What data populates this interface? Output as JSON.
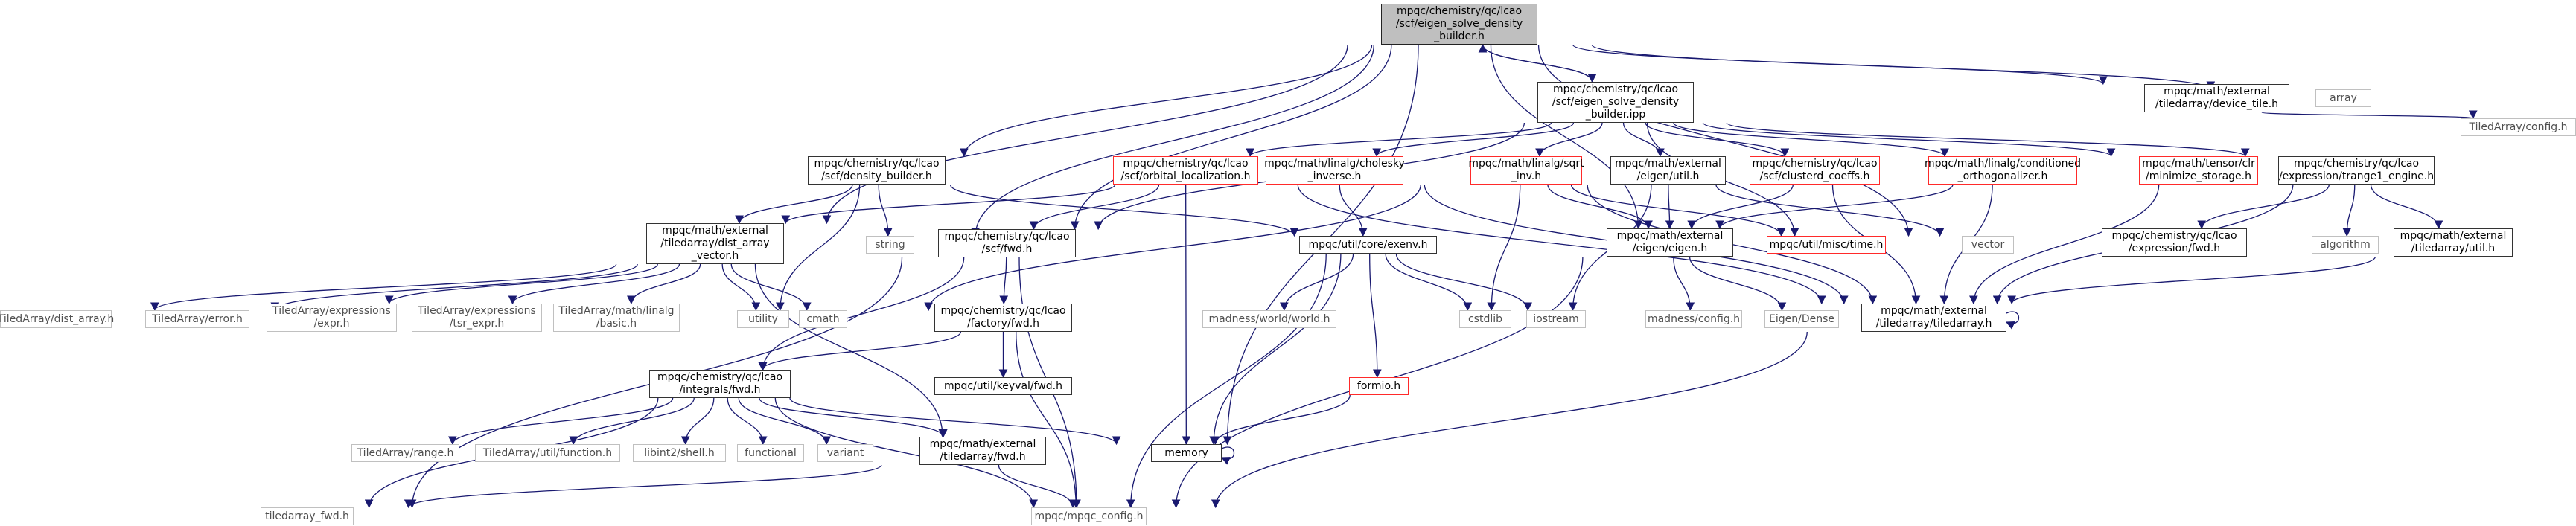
{
  "graph": {
    "edge_color": "#191970",
    "nodes": [
      {
        "id": "root",
        "label": "mpqc/chemistry/qc/lcao\n/scf/eigen_solve_density\n_builder.h",
        "kind": "root"
      },
      {
        "id": "ipp",
        "label": "mpqc/chemistry/qc/lcao\n/scf/eigen_solve_density\n_builder.ipp",
        "kind": "normal"
      },
      {
        "id": "device_tile",
        "label": "mpqc/math/external\n/tiledarray/device_tile.h",
        "kind": "normal"
      },
      {
        "id": "array",
        "label": "array",
        "kind": "ext"
      },
      {
        "id": "ta_config",
        "label": "TiledArray/config.h",
        "kind": "ext"
      },
      {
        "id": "density_builder",
        "label": "mpqc/chemistry/qc/lcao\n/scf/density_builder.h",
        "kind": "normal"
      },
      {
        "id": "orbital_loc",
        "label": "mpqc/chemistry/qc/lcao\n/scf/orbital_localization.h",
        "kind": "red"
      },
      {
        "id": "cholesky",
        "label": "mpqc/math/linalg/cholesky\n_inverse.h",
        "kind": "red"
      },
      {
        "id": "sqrt_inv",
        "label": "mpqc/math/linalg/sqrt\n_inv.h",
        "kind": "red"
      },
      {
        "id": "eigen_util",
        "label": "mpqc/math/external\n/eigen/util.h",
        "kind": "normal"
      },
      {
        "id": "clustered",
        "label": "mpqc/chemistry/qc/lcao\n/scf/clusterd_coeffs.h",
        "kind": "red"
      },
      {
        "id": "cond_ortho",
        "label": "mpqc/math/linalg/conditioned\n_orthogonalizer.h",
        "kind": "red"
      },
      {
        "id": "clr",
        "label": "mpqc/math/tensor/clr\n/minimize_storage.h",
        "kind": "red"
      },
      {
        "id": "trange1",
        "label": "mpqc/chemistry/qc/lcao\n/expression/trange1_engine.h",
        "kind": "normal"
      },
      {
        "id": "dist_array",
        "label": "mpqc/math/external\n/tiledarray/dist_array\n_vector.h",
        "kind": "normal"
      },
      {
        "id": "string",
        "label": "string",
        "kind": "ext"
      },
      {
        "id": "scf_fwd",
        "label": "mpqc/chemistry/qc/lcao\n/scf/fwd.h",
        "kind": "normal"
      },
      {
        "id": "exenv",
        "label": "mpqc/util/core/exenv.h",
        "kind": "normal"
      },
      {
        "id": "eigen_h",
        "label": "mpqc/math/external\n/eigen/eigen.h",
        "kind": "normal"
      },
      {
        "id": "misc_time",
        "label": "mpqc/util/misc/time.h",
        "kind": "red"
      },
      {
        "id": "vector",
        "label": "vector",
        "kind": "ext"
      },
      {
        "id": "tiledarray_h",
        "label": "mpqc/math/external\n/tiledarray/tiledarray.h",
        "kind": "normal"
      },
      {
        "id": "expr_fwd",
        "label": "mpqc/chemistry/qc/lcao\n/expression/fwd.h",
        "kind": "normal"
      },
      {
        "id": "algorithm",
        "label": "algorithm",
        "kind": "ext"
      },
      {
        "id": "ta_util",
        "label": "mpqc/math/external\n/tiledarray/util.h",
        "kind": "normal"
      },
      {
        "id": "ta_dist_array",
        "label": "TiledArray/dist_array.h",
        "kind": "ext"
      },
      {
        "id": "ta_error",
        "label": "TiledArray/error.h",
        "kind": "ext"
      },
      {
        "id": "ta_expr",
        "label": "TiledArray/expressions\n/expr.h",
        "kind": "ext"
      },
      {
        "id": "ta_tsr_expr",
        "label": "TiledArray/expressions\n/tsr_expr.h",
        "kind": "ext"
      },
      {
        "id": "ta_basic",
        "label": "TiledArray/math/linalg\n/basic.h",
        "kind": "ext"
      },
      {
        "id": "utility",
        "label": "utility",
        "kind": "ext"
      },
      {
        "id": "cmath",
        "label": "cmath",
        "kind": "ext"
      },
      {
        "id": "madness_world",
        "label": "madness/world/world.h",
        "kind": "ext"
      },
      {
        "id": "cstdlib",
        "label": "cstdlib",
        "kind": "ext"
      },
      {
        "id": "iostream",
        "label": "iostream",
        "kind": "ext"
      },
      {
        "id": "madness_config",
        "label": "madness/config.h",
        "kind": "ext"
      },
      {
        "id": "eigen_dense",
        "label": "Eigen/Dense",
        "kind": "ext"
      },
      {
        "id": "factory_fwd",
        "label": "mpqc/chemistry/qc/lcao\n/factory/fwd.h",
        "kind": "normal"
      },
      {
        "id": "keyval_fwd",
        "label": "mpqc/util/keyval/fwd.h",
        "kind": "normal"
      },
      {
        "id": "formio",
        "label": "formio.h",
        "kind": "red"
      },
      {
        "id": "integrals_fwd",
        "label": "mpqc/chemistry/qc/lcao\n/integrals/fwd.h",
        "kind": "normal"
      },
      {
        "id": "memory",
        "label": "memory",
        "kind": "normal"
      },
      {
        "id": "ta_range",
        "label": "TiledArray/range.h",
        "kind": "ext"
      },
      {
        "id": "ta_function",
        "label": "TiledArray/util/function.h",
        "kind": "ext"
      },
      {
        "id": "libint",
        "label": "libint2/shell.h",
        "kind": "ext"
      },
      {
        "id": "functional",
        "label": "functional",
        "kind": "ext"
      },
      {
        "id": "variant",
        "label": "variant",
        "kind": "ext"
      },
      {
        "id": "ta_ext_fwd",
        "label": "mpqc/math/external\n/tiledarray/fwd.h",
        "kind": "normal"
      },
      {
        "id": "tiledarray_fwd",
        "label": "tiledarray_fwd.h",
        "kind": "ext"
      },
      {
        "id": "mpqc_config",
        "label": "mpqc/mpqc_config.h",
        "kind": "ext"
      }
    ],
    "edges": [
      [
        "root",
        "ipp"
      ],
      [
        "root",
        "device_tile"
      ],
      [
        "root",
        "array"
      ],
      [
        "root",
        "density_builder"
      ],
      [
        "root",
        "dist_array"
      ],
      [
        "root",
        "string"
      ],
      [
        "root",
        "scf_fwd"
      ],
      [
        "root",
        "memory"
      ],
      [
        "root",
        "eigen_h"
      ],
      [
        "root",
        "vector"
      ],
      [
        "ipp",
        "root"
      ],
      [
        "ipp",
        "orbital_loc"
      ],
      [
        "ipp",
        "cholesky"
      ],
      [
        "ipp",
        "sqrt_inv"
      ],
      [
        "ipp",
        "eigen_util"
      ],
      [
        "ipp",
        "clustered"
      ],
      [
        "ipp",
        "cond_ortho"
      ],
      [
        "ipp",
        "clr"
      ],
      [
        "ipp",
        "trange1"
      ],
      [
        "ipp",
        "scf_fwd"
      ],
      [
        "ipp",
        "misc_time"
      ],
      [
        "device_tile",
        "ta_config"
      ],
      [
        "density_builder",
        "dist_array"
      ],
      [
        "density_builder",
        "string"
      ],
      [
        "density_builder",
        "utility"
      ],
      [
        "density_builder",
        "exenv"
      ],
      [
        "orbital_loc",
        "dist_array"
      ],
      [
        "orbital_loc",
        "scf_fwd"
      ],
      [
        "orbital_loc",
        "memory"
      ],
      [
        "orbital_loc",
        "tiledarray_h"
      ],
      [
        "cholesky",
        "exenv"
      ],
      [
        "cholesky",
        "tiledarray_h"
      ],
      [
        "sqrt_inv",
        "cmath"
      ],
      [
        "sqrt_inv",
        "cstdlib"
      ],
      [
        "sqrt_inv",
        "eigen_h"
      ],
      [
        "sqrt_inv",
        "misc_time"
      ],
      [
        "sqrt_inv",
        "tiledarray_h"
      ],
      [
        "eigen_util",
        "eigen_h"
      ],
      [
        "eigen_util",
        "iostream"
      ],
      [
        "eigen_util",
        "vector"
      ],
      [
        "clustered",
        "eigen_h"
      ],
      [
        "clustered",
        "tiledarray_h"
      ],
      [
        "cond_ortho",
        "eigen_h"
      ],
      [
        "cond_ortho",
        "tiledarray_h"
      ],
      [
        "clr",
        "tiledarray_h"
      ],
      [
        "trange1",
        "expr_fwd"
      ],
      [
        "trange1",
        "algorithm"
      ],
      [
        "trange1",
        "ta_util"
      ],
      [
        "trange1",
        "tiledarray_h"
      ],
      [
        "ta_util",
        "tiledarray_h"
      ],
      [
        "tiledarray_h",
        "tiledarray_h"
      ],
      [
        "tiledarray_h",
        "mpqc_config"
      ],
      [
        "dist_array",
        "ta_dist_array"
      ],
      [
        "dist_array",
        "ta_error"
      ],
      [
        "dist_array",
        "ta_expr"
      ],
      [
        "dist_array",
        "ta_tsr_expr"
      ],
      [
        "dist_array",
        "ta_basic"
      ],
      [
        "dist_array",
        "utility"
      ],
      [
        "dist_array",
        "cmath"
      ],
      [
        "dist_array",
        "ta_ext_fwd"
      ],
      [
        "scf_fwd",
        "factory_fwd"
      ],
      [
        "scf_fwd",
        "integrals_fwd"
      ],
      [
        "scf_fwd",
        "tiledarray_fwd"
      ],
      [
        "scf_fwd",
        "mpqc_config"
      ],
      [
        "exenv",
        "madness_world"
      ],
      [
        "exenv",
        "cstdlib"
      ],
      [
        "exenv",
        "iostream"
      ],
      [
        "exenv",
        "formio"
      ],
      [
        "exenv",
        "memory"
      ],
      [
        "exenv",
        "mpqc_config"
      ],
      [
        "eigen_h",
        "madness_config"
      ],
      [
        "eigen_h",
        "eigen_dense"
      ],
      [
        "eigen_h",
        "mpqc_config"
      ],
      [
        "factory_fwd",
        "keyval_fwd"
      ],
      [
        "factory_fwd",
        "integrals_fwd"
      ],
      [
        "factory_fwd",
        "mpqc_config"
      ],
      [
        "formio",
        "memory"
      ],
      [
        "memory",
        "memory"
      ],
      [
        "integrals_fwd",
        "memory"
      ],
      [
        "integrals_fwd",
        "ta_range"
      ],
      [
        "integrals_fwd",
        "ta_function"
      ],
      [
        "integrals_fwd",
        "libint"
      ],
      [
        "integrals_fwd",
        "functional"
      ],
      [
        "integrals_fwd",
        "variant"
      ],
      [
        "integrals_fwd",
        "ta_ext_fwd"
      ],
      [
        "integrals_fwd",
        "tiledarray_fwd"
      ],
      [
        "integrals_fwd",
        "mpqc_config"
      ],
      [
        "ta_ext_fwd",
        "tiledarray_fwd"
      ],
      [
        "ta_ext_fwd",
        "mpqc_config"
      ]
    ]
  }
}
